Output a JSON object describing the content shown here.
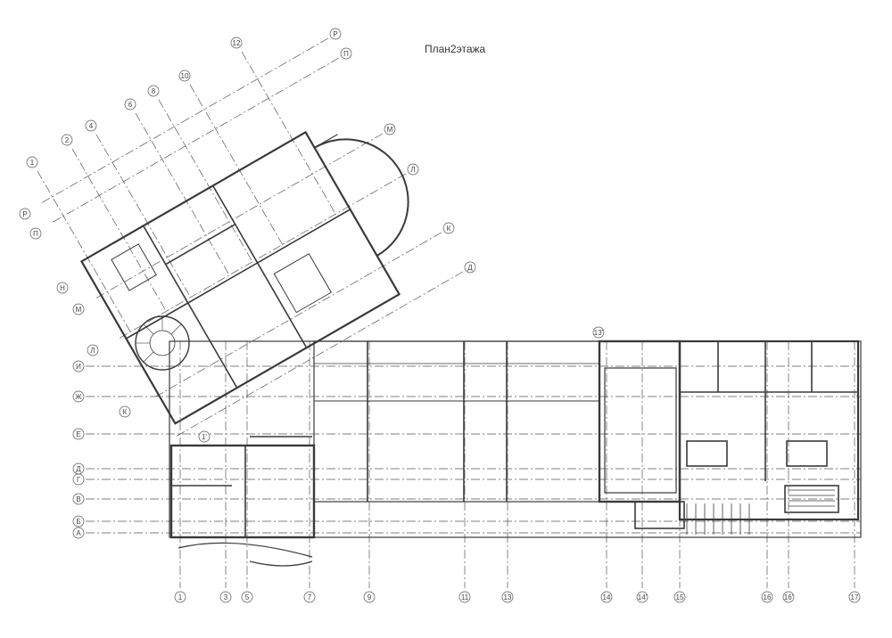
{
  "title": "План2этажа",
  "axes_bottom": [
    "1",
    "3",
    "5",
    "7",
    "9",
    "11",
    "13",
    "14",
    "14'",
    "15",
    "16",
    "16'",
    "17"
  ],
  "axes_left": [
    "И",
    "Ж",
    "Е",
    "Д",
    "Г",
    "В",
    "Б",
    "А"
  ],
  "axes_top": [
    "1",
    "2",
    "4",
    "6",
    "8",
    "10",
    "12"
  ],
  "axes_wing_right": [
    "Р",
    "П",
    "М",
    "Л",
    "К",
    "Д"
  ],
  "axes_wing_left": [
    "Р",
    "П",
    "Н",
    "М",
    "Л",
    "К"
  ],
  "axis_misc": [
    "13'",
    "1'"
  ]
}
